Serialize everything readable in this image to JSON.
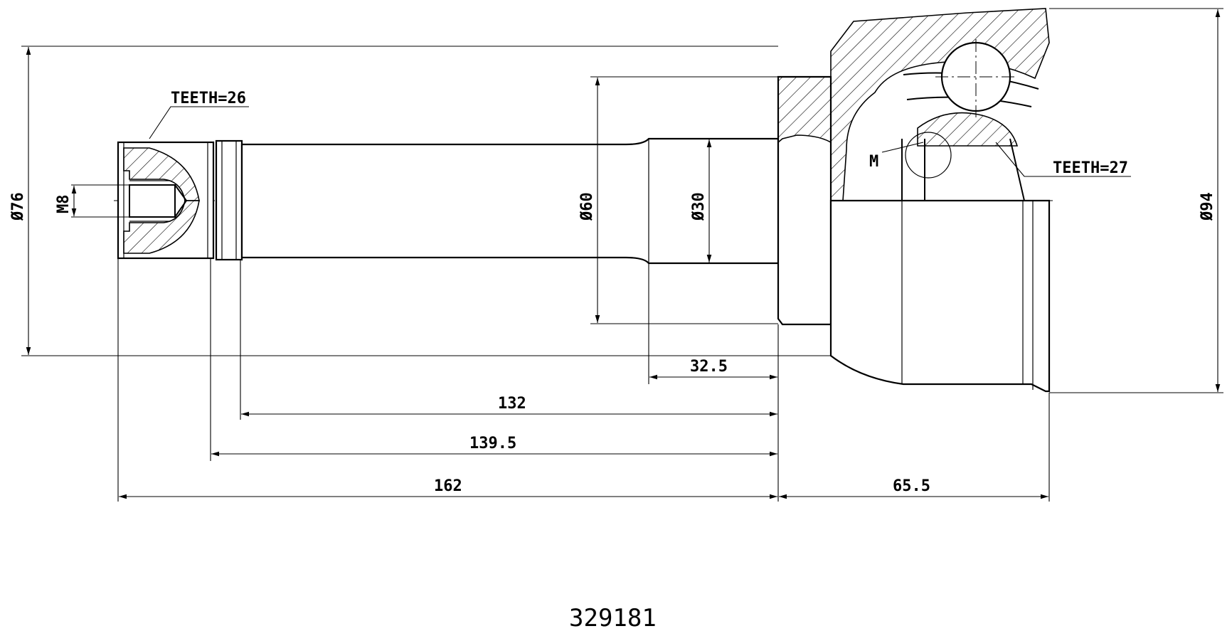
{
  "part_number": "329181",
  "labels": {
    "teeth_outer": "TEETH=26",
    "teeth_inner": "TEETH=27",
    "thread": "M8",
    "m_detail": "M"
  },
  "dimensions": {
    "dia_76": "Ø76",
    "dia_60": "Ø60",
    "dia_30": "Ø30",
    "dia_94": "Ø94",
    "len_32_5": "32.5",
    "len_132": "132",
    "len_139_5": "139.5",
    "len_162": "162",
    "len_65_5": "65.5"
  }
}
